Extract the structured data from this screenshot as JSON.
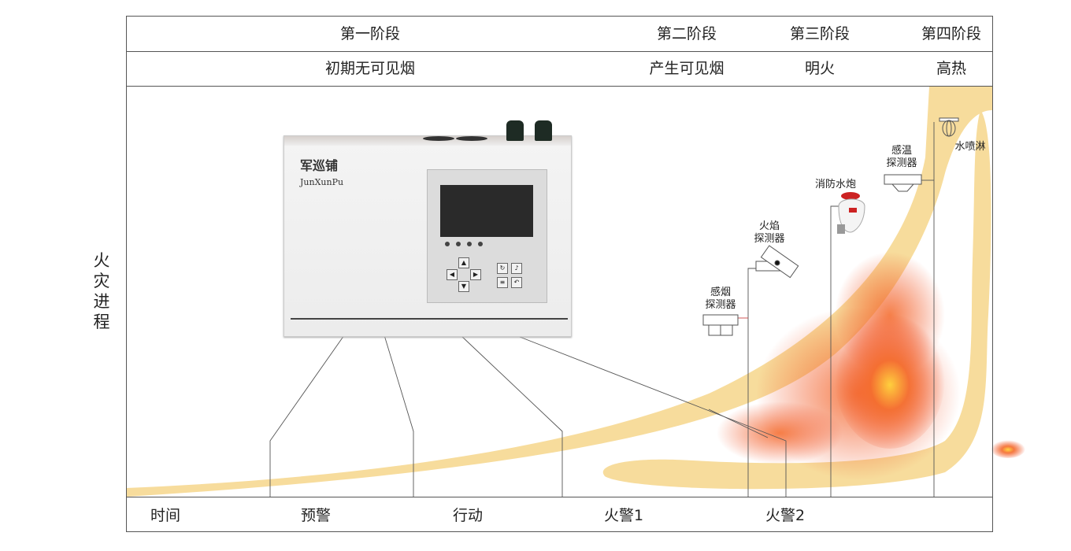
{
  "stages": [
    "第一阶段",
    "第二阶段",
    "第三阶段",
    "第四阶段"
  ],
  "phenomena": [
    "初期无可见烟",
    "产生可见烟",
    "明火",
    "高热"
  ],
  "side_label": "火灾进程",
  "timeline": [
    "时间",
    "预警",
    "行动",
    "火警1",
    "火警2"
  ],
  "device": {
    "brand_cn": "军巡铺",
    "brand_en": "JunXunPu"
  },
  "equipment": {
    "smoke_detector": "感烟\n探测器",
    "flame_detector": "火焰\n探测器",
    "water_cannon": "消防水炮",
    "heat_detector": "感温\n探测器",
    "sprinkler": "水喷淋"
  },
  "colors": {
    "smoke": "#f7dc9c",
    "flame": "#f04a1e",
    "line": "#555555"
  }
}
